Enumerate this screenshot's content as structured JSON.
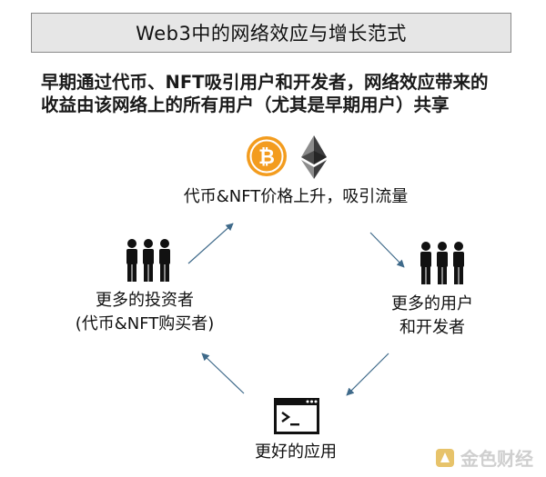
{
  "title": "Web3中的网络效应与增长范式",
  "intro": {
    "line1": "早期通过代币、NFT吸引用户和开发者，网络效应带来的",
    "line2": "收益由该网络上的所有用户（尤其是早期用户）共享"
  },
  "icons": {
    "bitcoin": "bitcoin-icon",
    "ethereum": "ethereum-icon",
    "users": "people-group-icon",
    "investors": "people-group-icon",
    "app": "terminal-window-icon",
    "watermark": "jinse-logo-icon"
  },
  "colors": {
    "bitcoin": "#f39c1e",
    "arrow": "#3f6a8a",
    "title_bg": "#e6e6e6"
  },
  "nodes": {
    "top": "代币&NFT价格上升，吸引流量",
    "right_line1": "更多的用户",
    "right_line2": "和开发者",
    "bottom": "更好的应用",
    "left_line1": "更多的投资者",
    "left_line2": "(代币&NFT购买者)"
  },
  "watermark": {
    "text": "金色财经"
  }
}
